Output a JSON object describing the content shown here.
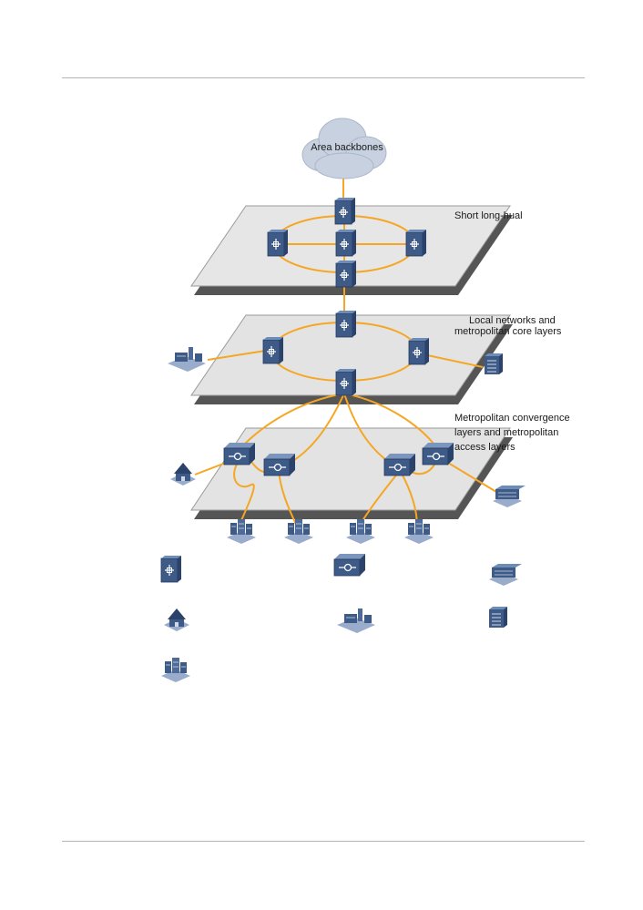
{
  "cloud": {
    "label": "Area backbones"
  },
  "layers": {
    "short_long_haul": "Short long-hual",
    "core_line1": "Local networks and",
    "core_line2": "metropolitan core layers",
    "conv_line1": "Metropolitan convergence",
    "conv_line2": "layers and metropolitan",
    "conv_line3": "access layers"
  },
  "colors": {
    "link": "#f5a623",
    "device": "#3e5a86",
    "device_top": "#6e8cb8",
    "plane": "#e3e3e3",
    "plane_edge": "#6a6a6a",
    "cloud": "#c6cfdd"
  },
  "icons": [
    "router-icon",
    "switch-icon",
    "enterprise-icon",
    "residential-icon",
    "campus-icon",
    "office-building-icon",
    "factory-icon"
  ]
}
